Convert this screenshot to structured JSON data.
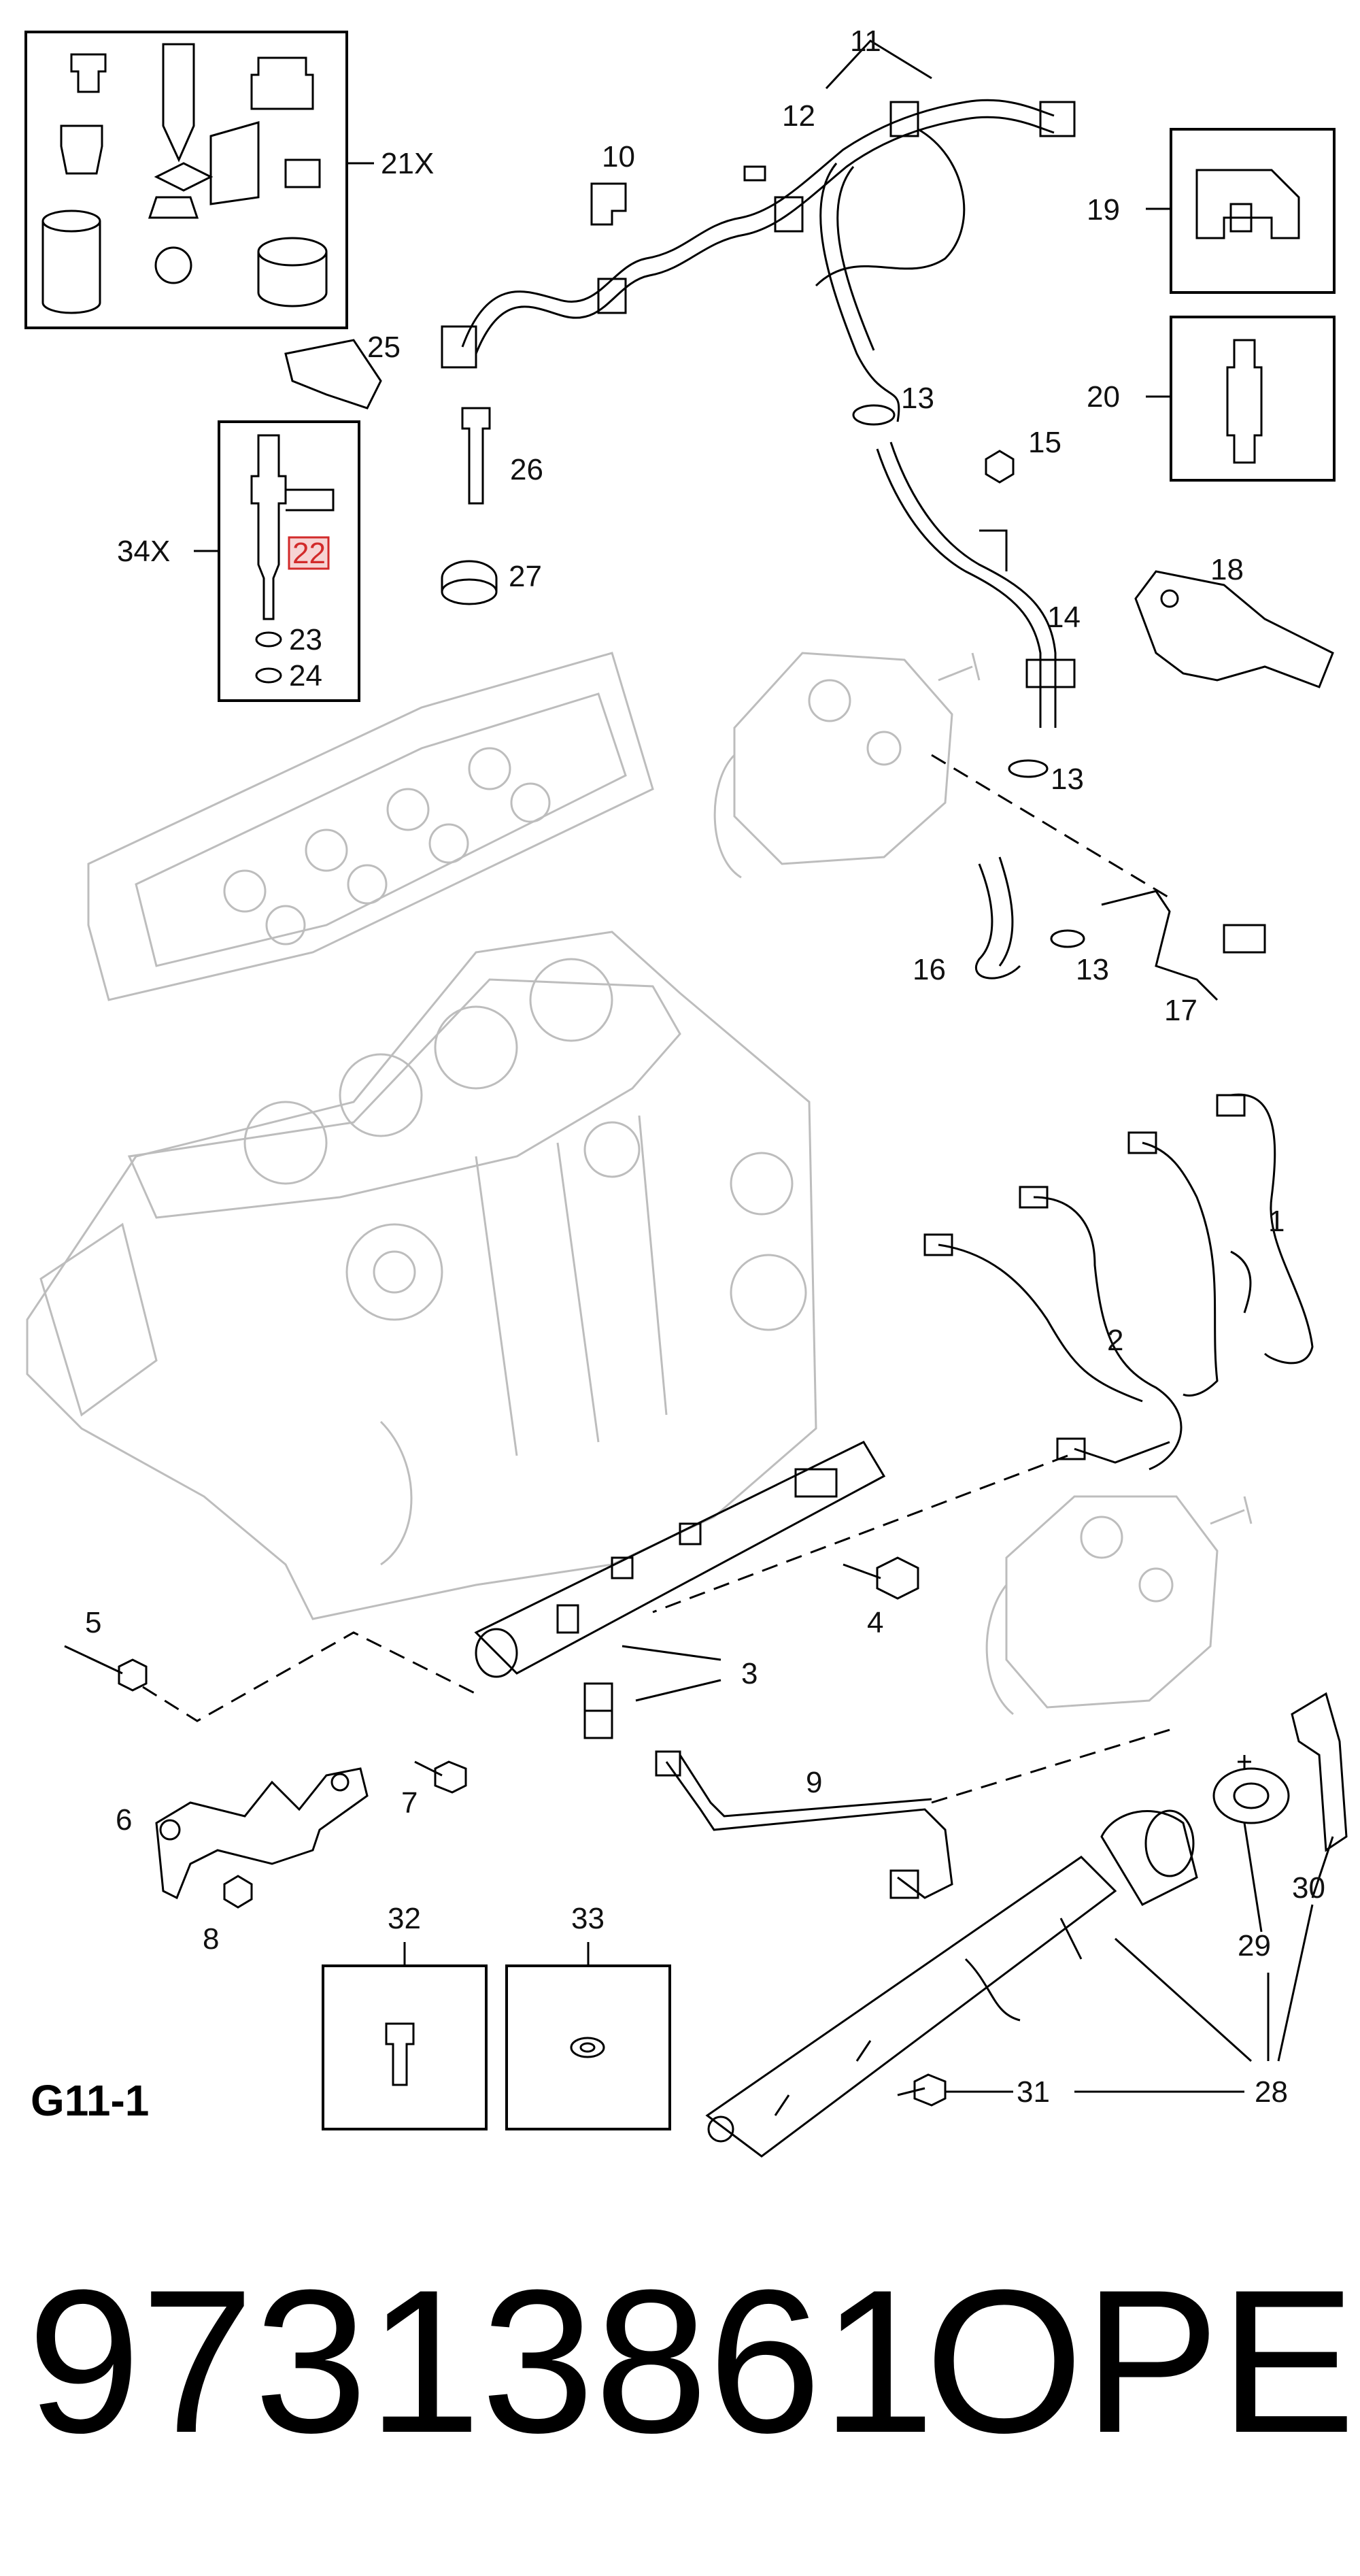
{
  "diagram": {
    "group_code": "G11-1",
    "highlighted_label": "22",
    "part_number": "97313861",
    "brand": "OPEL",
    "colors": {
      "highlight_fill": "#f6d4d4",
      "highlight_stroke": "#d22a2a",
      "text": "#111111",
      "ghost": "#bdbdbd"
    },
    "labels": {
      "l1": "1",
      "l2": "2",
      "l3": "3",
      "l4": "4",
      "l5": "5",
      "l6": "6",
      "l7": "7",
      "l8": "8",
      "l9": "9",
      "l10": "10",
      "l11": "11",
      "l12": "12",
      "l13a": "13",
      "l13b": "13",
      "l13c": "13",
      "l14": "14",
      "l15": "15",
      "l16": "16",
      "l17": "17",
      "l18": "18",
      "l19": "19",
      "l20": "20",
      "l21x": "21X",
      "l23": "23",
      "l24": "24",
      "l25": "25",
      "l26": "26",
      "l27": "27",
      "l28": "28",
      "l29": "29",
      "l30": "30",
      "l31": "31",
      "l32": "32",
      "l33": "33",
      "l34x": "34X"
    }
  }
}
